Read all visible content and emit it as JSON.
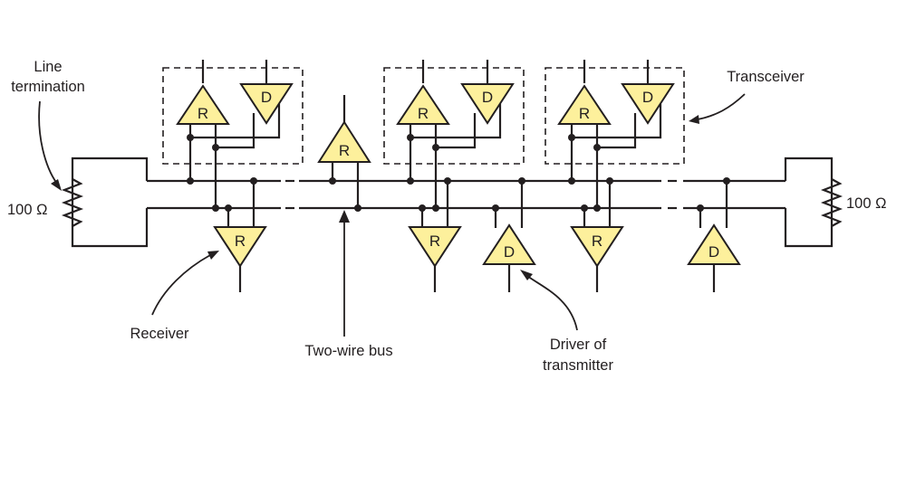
{
  "receiver_glyph": "R",
  "driver_glyph": "D",
  "labels": {
    "line_termination_1": "Line",
    "line_termination_2": "termination",
    "resistor_left": "100 Ω",
    "resistor_right": "100 Ω",
    "transceiver": "Transceiver",
    "receiver": "Receiver",
    "two_wire_bus": "Two-wire bus",
    "driver_1": "Driver of",
    "driver_2": "transmitter"
  }
}
